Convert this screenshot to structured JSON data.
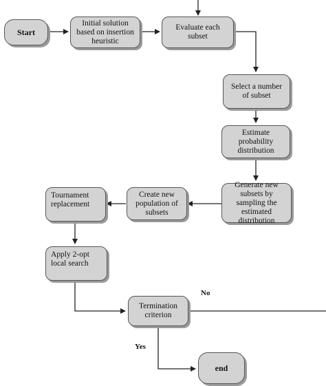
{
  "nodes": {
    "start": "Start",
    "initial": "Initial solution based on insertion heuristic",
    "evaluate": "Evaluate each subset",
    "select": "Select a number of subset",
    "estimate": "Estimate probability distribution",
    "generate": "Generate new subsets by sampling the estimated distribution",
    "create": "Create new population of subsets",
    "tournament": "Tournament replacement",
    "twoopt": "Apply 2-opt local search",
    "termination": "Termination criterion",
    "end": "end"
  },
  "edge_labels": {
    "no": "No",
    "yes": "Yes"
  },
  "colors": {
    "node_fill": "#d3d3d3",
    "node_border": "#555555",
    "node_shadow": "#9a9a9a",
    "line": "#222222"
  }
}
